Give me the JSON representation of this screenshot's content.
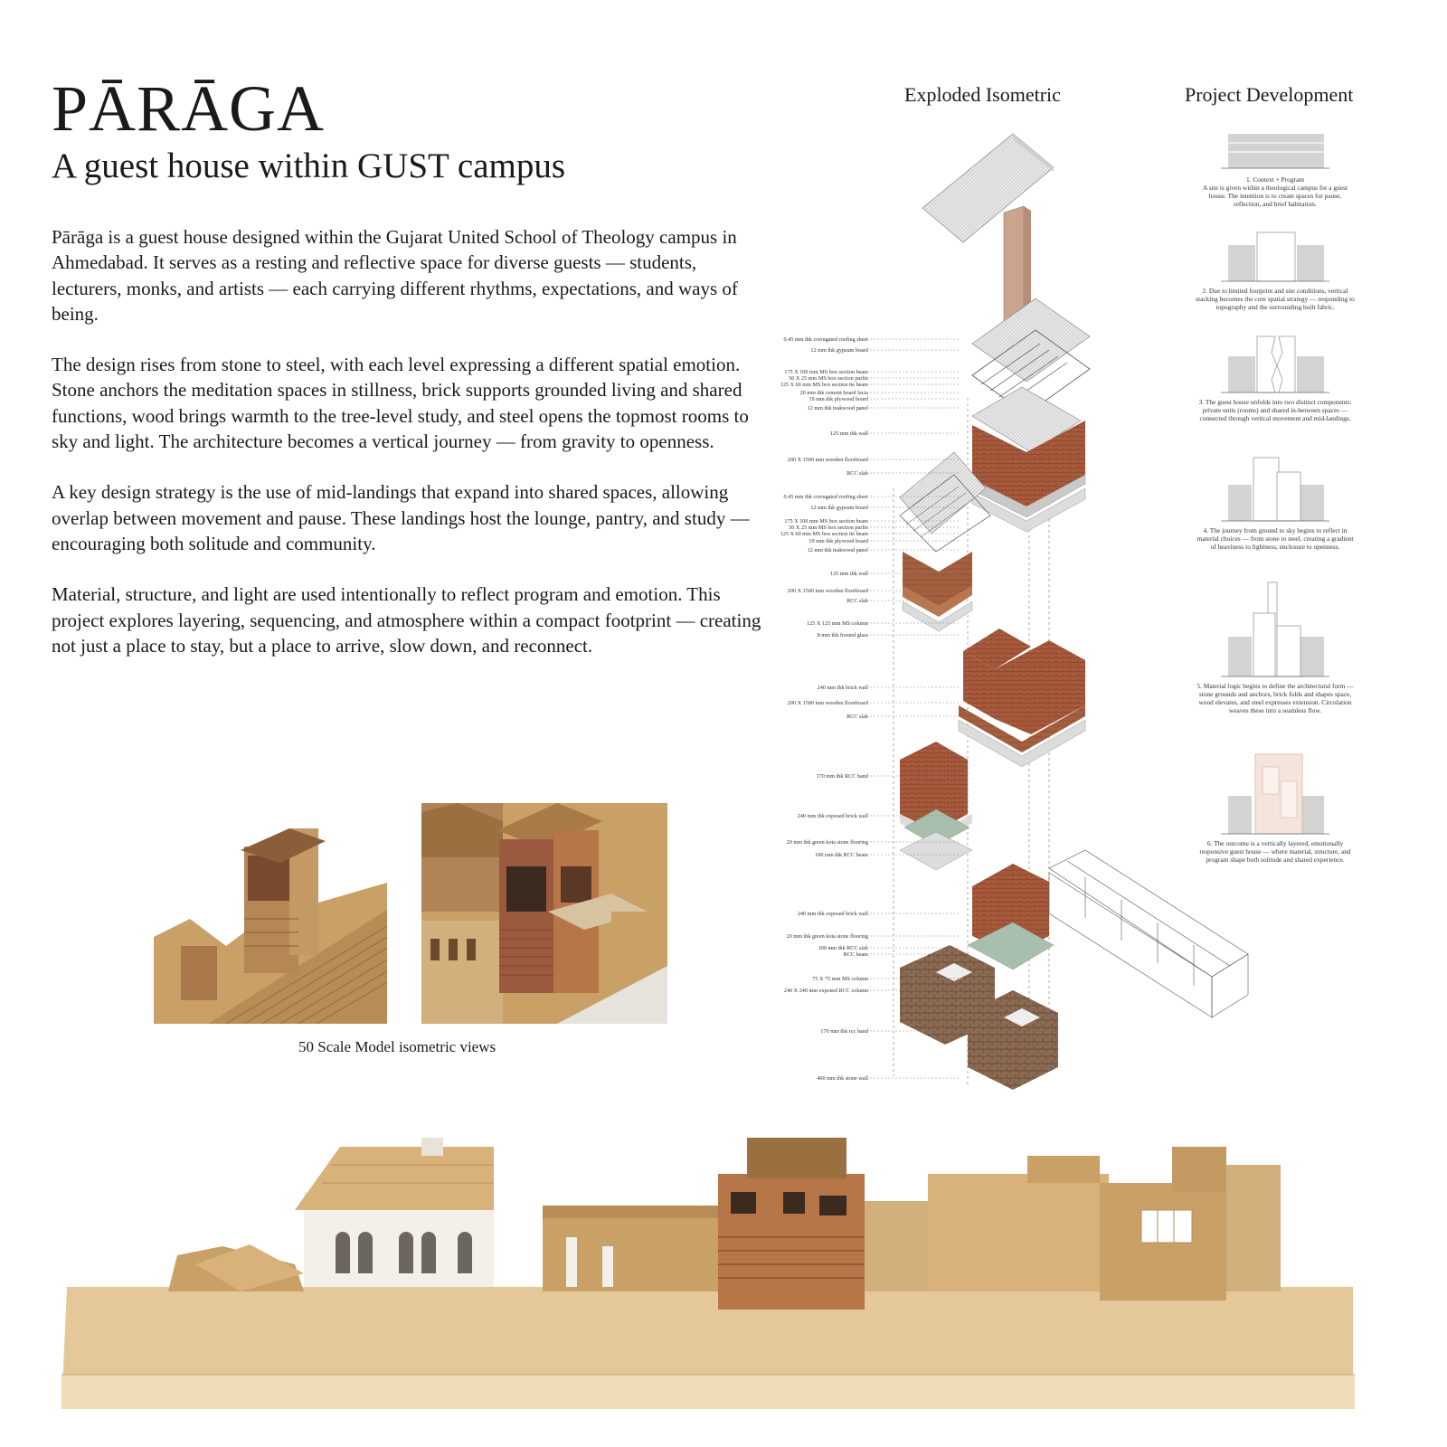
{
  "header": {
    "title": "PĀRĀGA",
    "subtitle": "A guest house within GUST campus"
  },
  "description": {
    "paragraphs": [
      "Pārāga is a guest house designed within the Gujarat United School of Theology campus in Ahmedabad. It serves as a resting and reflective space for diverse guests — students, lecturers, monks, and artists — each carrying different rhythms, expectations, and ways of being.",
      "The design rises from stone to steel, with each level expressing a different spatial emotion. Stone anchors the meditation spaces in stillness, brick supports grounded living and shared functions, wood brings warmth to the tree-level study, and steel opens the topmost rooms to sky and light. The architecture becomes a vertical journey — from gravity to openness.",
      "A key design strategy is the use of mid-landings that expand into shared spaces, allowing overlap between movement and pause. These landings host the lounge, pantry, and study — encouraging both solitude and community.",
      "Material, structure, and light are used intentionally to reflect program and emotion. This project explores layering, sequencing, and atmosphere within a compact footprint — creating not just a place to stay, but a place to arrive, slow down, and reconnect."
    ]
  },
  "exploded_isometric": {
    "heading": "Exploded Isometric",
    "labels": [
      "0.45 mm thk corrugated roofing sheet",
      "12 mm thk gypsum board",
      "175 X 100 mm MS box section beam",
      "50 X 25 mm MS box section purlin",
      "125 X 60 mm MS box section tie beam",
      "20 mm thk cement board facia",
      "19 mm thk plywood board",
      "12 mm thk teakwood panel",
      "125 mm thk wall",
      "200 X 1500 mm wooden floorboard",
      "RCC slab",
      "0.45 mm thk corrugated roofing sheet",
      "12 mm thk gypsum board",
      "175 X 100 mm MS box section beam",
      "50 X 25 mm MS box section purlin",
      "125 X 60 mm MS box section tie beam",
      "19 mm thk plywood board",
      "12 mm thk teakwood panel",
      "125 mm thk wall",
      "200 X 1500 mm wooden floorboard",
      "RCC slab",
      "125 X 125 mm MS column",
      "8 mm thk frosted glass",
      "240 mm thk brick wall",
      "200 X 1500 mm wooden floorboard",
      "RCC slab",
      "170 mm thk RCC band",
      "240 mm thk exposed brick wall",
      "20 mm thk green kota stone flooring",
      "100 mm thk RCC beam",
      "240 mm thk exposed brick wall",
      "20 mm thk green kota stone flooring",
      "100 mm thk RCC slab",
      "RCC beam",
      "75 X 75 mm MS column",
      "240 X 240 mm exposed RCC column",
      "170 mm thk rcc band",
      "400 mm thk stone wall"
    ]
  },
  "project_development": {
    "heading": "Project Development",
    "steps": [
      {
        "caption": "1. Context + Program\nA site is given within a theological campus for a guest house. The intention is to create spaces for pause, reflection, and brief habitation."
      },
      {
        "caption": "2. Due to limited footprint and site conditions, vertical stacking becomes the core spatial strategy — responding to topography and the surrounding built fabric."
      },
      {
        "caption": "3. The guest house unfolds into two distinct components: private units (rooms) and shared in-between spaces — connected through vertical movement and mid-landings."
      },
      {
        "caption": "4. The journey from ground to sky begins to reflect in material choices — from stone to steel, creating a gradient of heaviness to lightness, enclosure to openness."
      },
      {
        "caption": "5. Material logic begins to define the architectural form — stone grounds and anchors, brick folds and shapes space, wood elevates, and steel expresses extension. Circulation weaves these into a seamless flow."
      },
      {
        "caption": "6. The outcome is a vertically layered, emotionally responsive guest house — where material, structure, and program shape both solitude and shared experience."
      }
    ]
  },
  "models": {
    "caption": "50 Scale Model isometric views"
  },
  "colors": {
    "cardboard": "#c9a066",
    "cardboard_dark": "#9a7040",
    "brick": "#a85a3c",
    "stone": "#8c6a52",
    "kota": "#a8bfae",
    "roof": "#e4e4e4"
  }
}
